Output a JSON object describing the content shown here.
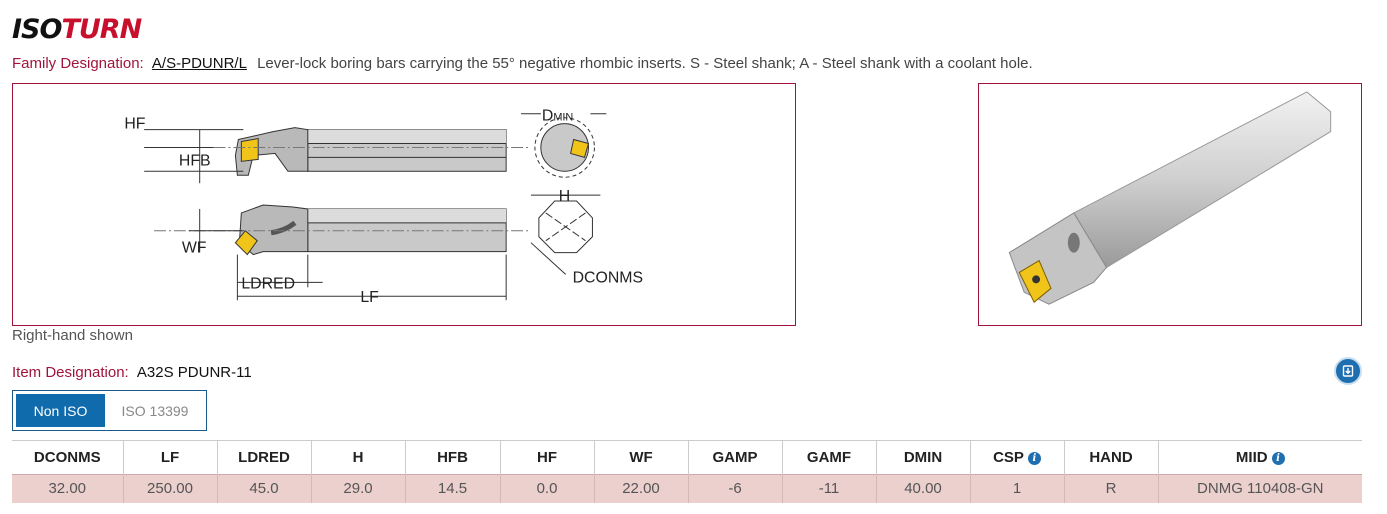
{
  "brand": {
    "part1": "ISO",
    "part2": "TURN"
  },
  "family": {
    "label": "Family Designation:",
    "code": "A/S-PDUNR/L",
    "description": "Lever-lock boring bars carrying the 55° negative rhombic inserts. S - Steel shank; A - Steel shank with a coolant hole."
  },
  "drawing": {
    "labels": {
      "hf": "HF",
      "hfb": "HFB",
      "wf": "WF",
      "ldred": "LDRED",
      "lf": "LF",
      "dmin_main": "D",
      "dmin_sub": "MIN",
      "h": "H",
      "dconms": "DCONMS"
    }
  },
  "caption": "Right-hand shown",
  "item": {
    "label": "Item Designation:",
    "value": "A32S PDUNR-11"
  },
  "toggle": {
    "option1": "Non ISO",
    "option2": "ISO 13399"
  },
  "download_icon": "download-circle-icon",
  "table": {
    "headers": [
      "DCONMS",
      "LF",
      "LDRED",
      "H",
      "HFB",
      "HF",
      "WF",
      "GAMP",
      "GAMF",
      "DMIN",
      "CSP",
      "HAND",
      "MIID"
    ],
    "row": [
      "32.00",
      "250.00",
      "45.0",
      "29.0",
      "14.5",
      "0.0",
      "22.00",
      "-6",
      "-11",
      "40.00",
      "1",
      "R",
      "DNMG 110408-GN"
    ]
  },
  "colors": {
    "accent_red": "#a0143c",
    "brand_blue": "#0f6bac",
    "row_bg": "#ebd0cd"
  }
}
